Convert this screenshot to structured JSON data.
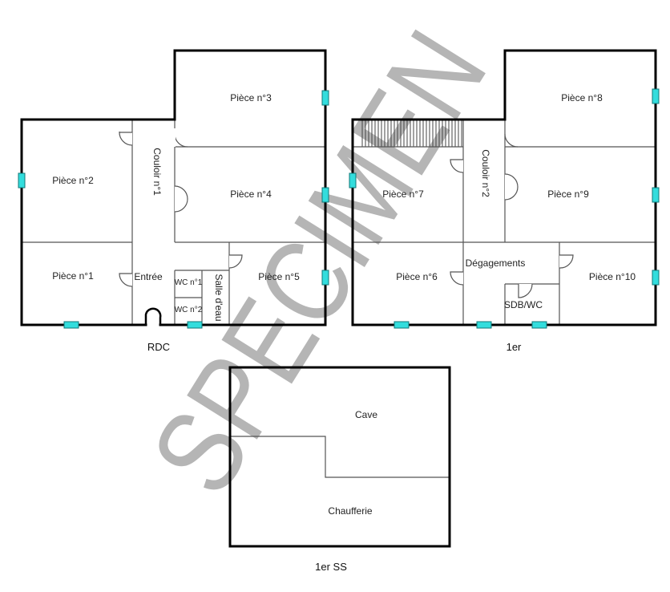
{
  "watermark": "SPECIMEN",
  "window_color": "#33dddd",
  "floors": {
    "rdc": {
      "caption": "RDC",
      "rooms": [
        "Pièce n°1",
        "Pièce n°2",
        "Pièce n°3",
        "Pièce n°4",
        "Pièce n°5",
        "Couloir n°1",
        "Entrée",
        "WC n°1",
        "WC n°2",
        "Salle d'eau"
      ]
    },
    "first": {
      "caption": "1er",
      "rooms": [
        "Pièce n°6",
        "Pièce n°7",
        "Pièce n°8",
        "Pièce n°9",
        "Pièce n°10",
        "Couloir n°2",
        "Dégagements",
        "SDB/WC"
      ]
    },
    "basement": {
      "caption": "1er SS",
      "rooms": [
        "Cave",
        "Chaufferie"
      ]
    }
  }
}
